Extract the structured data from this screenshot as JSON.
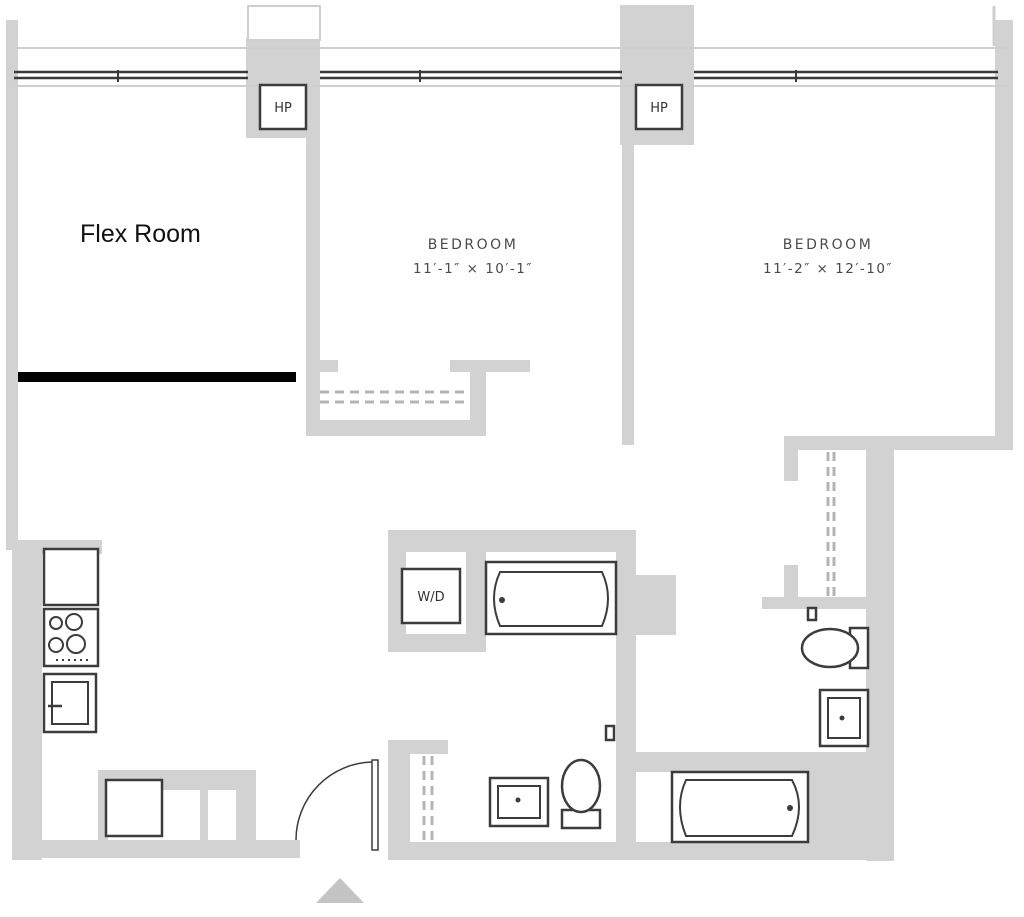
{
  "plan": {
    "rooms": {
      "flex_room": "Flex Room",
      "bedroom_1": {
        "name": "BEDROOM",
        "dims": "11′-1″ × 10′-1″"
      },
      "bedroom_2": {
        "name": "BEDROOM",
        "dims": "11′-2″ × 12′-10″"
      }
    },
    "fixtures": {
      "heat_pump_1": "HP",
      "heat_pump_2": "HP",
      "washer_dryer": "W/D"
    },
    "colors": {
      "wall": "#d2d2d2",
      "fixture_stroke": "#3c3c3c",
      "text": "#4a4a4a",
      "partition": "#000000"
    }
  }
}
